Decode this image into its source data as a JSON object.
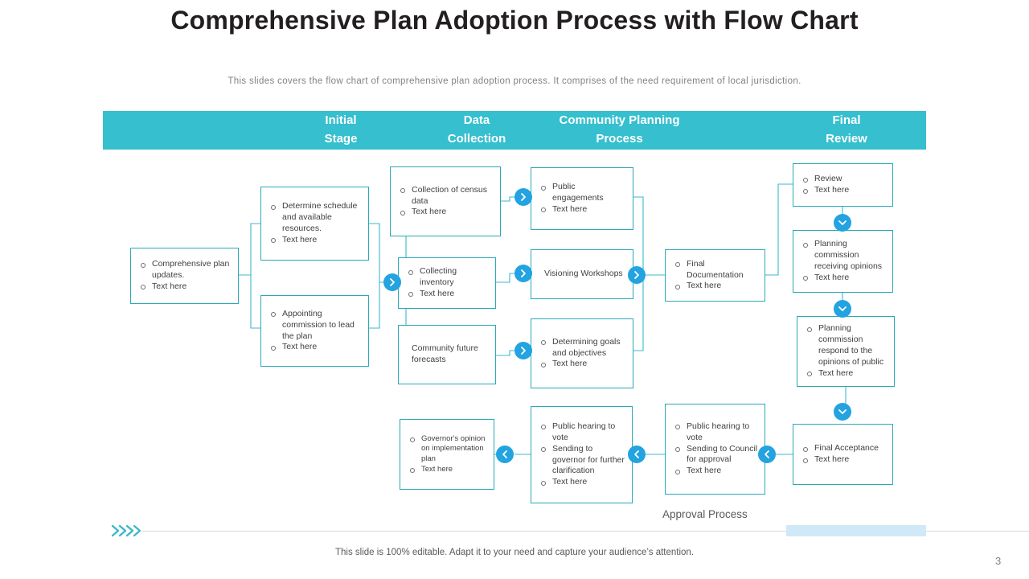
{
  "slide": {
    "title_line1": "Comprehensive Plan Adoption Process",
    "title_line2": "with Flow Chart",
    "subtitle": "This slides covers the flow chart of comprehensive  plan adoption process. It comprises of the need requirement of local jurisdiction.",
    "page_number": "3",
    "footer_note": "This slide is 100% editable. Adapt it to your need and capture your audience’s attention.",
    "approval_label": "Approval Process",
    "accent_teal": "#35bfcf",
    "accent_blue": "#23a3e0",
    "box_border": "#2aa8b8",
    "text_color": "#414042"
  },
  "header": {
    "columns": [
      {
        "line1": "Initial",
        "line2": "Stage"
      },
      {
        "line1": "Data",
        "line2": "Collection"
      },
      {
        "line1": "Community Planning",
        "line2": "Process"
      },
      {
        "line1": "Final",
        "line2": "Review"
      }
    ]
  },
  "nodes": {
    "start": {
      "items": [
        "Comprehensive plan updates.",
        "Text here"
      ]
    },
    "initial_1": {
      "items": [
        "Determine schedule and available resources.",
        "Text here"
      ]
    },
    "initial_2": {
      "items": [
        "Appointing commission to lead the plan",
        "Text here"
      ]
    },
    "data_1": {
      "items": [
        "Collection of census data",
        "Text here"
      ]
    },
    "data_2": {
      "items": [
        "Collecting inventory",
        "Text here"
      ]
    },
    "data_3": {
      "plain": "Community future forecasts"
    },
    "cpp_1": {
      "items": [
        "Public engagements",
        "Text here"
      ]
    },
    "cpp_2": {
      "plain": "Visioning Workshops"
    },
    "cpp_3": {
      "items": [
        "Determining goals and objectives",
        "Text here"
      ]
    },
    "final_doc": {
      "items": [
        "Final Documentation",
        "Text here"
      ]
    },
    "review_1": {
      "items": [
        "Review",
        "Text here"
      ]
    },
    "review_2": {
      "items": [
        "Planning commission receiving opinions",
        "Text here"
      ]
    },
    "review_3": {
      "items": [
        "Planning commission respond to the opinions of public",
        "Text here"
      ]
    },
    "final_accept": {
      "items": [
        "Final Acceptance",
        "Text here"
      ]
    },
    "governor": {
      "items": [
        "Governor's opinion on implementation plan",
        "Text here"
      ]
    },
    "hearing_gov": {
      "items": [
        "Public hearing to vote",
        "Sending to governor for further clarification",
        "Text here"
      ]
    },
    "hearing_council": {
      "items": [
        "Public hearing to vote",
        "Sending to Council for approval",
        "Text here"
      ]
    }
  },
  "icons": {
    "chevron_right": "chevron-right-icon",
    "chevron_left": "chevron-left-icon",
    "chevron_down": "chevron-down-icon"
  }
}
